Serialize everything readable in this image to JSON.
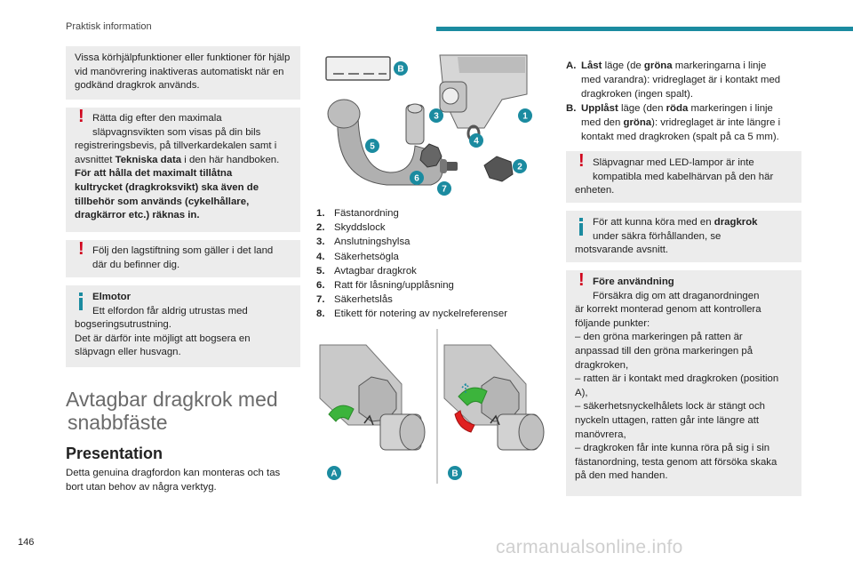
{
  "header": {
    "title": "Praktisk information"
  },
  "page_number": "146",
  "watermark": "carmanualsonline.info",
  "left": {
    "box1": {
      "text": "Vissa körhjälpfunktioner eller funktioner för hjälp vid manövrering inaktiveras automatiskt när en godkänd dragkrok används."
    },
    "box2": {
      "l1": "Rätta dig efter den maximala",
      "l2": "släpvagnsvikten som visas på din bils",
      "l3": "registreringsbevis, på tillverkardekalen samt i",
      "l4a": "avsnittet ",
      "l4b": "Tekniska data",
      "l4c": " i den här handboken.",
      "l5": "För att hålla det maximalt tillåtna",
      "l6": "kultrycket (dragkroksvikt) ska även de",
      "l7": "tillbehör som används (cykelhållare,",
      "l8": "dragkärror etc.) räknas in."
    },
    "box3": {
      "l1": "Följ den lagstiftning som gäller i det land",
      "l2": "där du befinner dig."
    },
    "box4": {
      "title": "Elmotor",
      "l1": "Ett elfordon får aldrig utrustas med",
      "l2": "bogseringsutrustning.",
      "l3": "Det är därför inte möjligt att bogsera en",
      "l4": "släpvagn eller husvagn."
    },
    "section_title_1": "Avtagbar dragkrok med",
    "section_title_2": "snabbfäste",
    "subtitle": "Presentation",
    "body_1": "Detta genuina dragfordon kan monteras och tas",
    "body_2": "bort utan behov av några verktyg."
  },
  "diagram": {
    "callouts": [
      "1",
      "2",
      "3",
      "4",
      "5",
      "6",
      "7",
      "B"
    ],
    "items": [
      {
        "num": "1.",
        "label": "Fästanordning"
      },
      {
        "num": "2.",
        "label": "Skyddslock"
      },
      {
        "num": "3.",
        "label": "Anslutningshylsa"
      },
      {
        "num": "4.",
        "label": "Säkerhetsögla"
      },
      {
        "num": "5.",
        "label": "Avtagbar dragkrok"
      },
      {
        "num": "6.",
        "label": "Ratt för låsning/upplåsning"
      },
      {
        "num": "7.",
        "label": "Säkerhetslås"
      },
      {
        "num": "8.",
        "label": "Etikett för notering av nyckelreferenser"
      }
    ],
    "lock_labels": [
      "A",
      "B"
    ]
  },
  "right": {
    "a": {
      "letter": "A.",
      "t1": "Låst",
      "t2": " läge (de ",
      "t3": "gröna",
      "t4": " markeringarna i linje",
      "l2": "med varandra): vridreglaget är i kontakt med",
      "l3": "dragkroken (ingen spalt)."
    },
    "b": {
      "letter": "B.",
      "t1": "Upplåst",
      "t2": " läge (den ",
      "t3": "röda",
      "t4": " markeringen i linje",
      "l2a": "med den ",
      "l2b": "gröna",
      "l2c": "): vridreglaget är inte längre i",
      "l3": "kontakt med dragkroken (spalt på ca 5 mm)."
    },
    "box5": {
      "l1": "Släpvagnar med LED-lampor är inte",
      "l2": "kompatibla med kabelhärvan på den här",
      "l3": "enheten."
    },
    "box6": {
      "l1a": "För att kunna köra med en ",
      "l1b": "dragkrok",
      "l2": "under säkra förhållanden, se",
      "l3": "motsvarande avsnitt."
    },
    "box7": {
      "title": "Före användning",
      "l1": "Försäkra dig om att draganordningen",
      "l2": "är korrekt monterad genom att kontrollera",
      "l3": "följande punkter:",
      "l4": "– den gröna markeringen på ratten är",
      "l5": "anpassad till den gröna markeringen på",
      "l6": "dragkroken,",
      "l7": "– ratten är i kontakt med dragkroken (position",
      "l8": "A),",
      "l9": "– säkerhetsnyckelhålets lock är stängt och",
      "l10": "nyckeln uttagen, ratten går inte längre att",
      "l11": "manövrera,",
      "l12": "– dragkroken får inte kunna röra på sig i sin",
      "l13": "fästanordning, testa genom att försöka skaka",
      "l14": "på den med handen."
    }
  },
  "colors": {
    "accent": "#1b8ba0",
    "warning": "#d0021b",
    "box_bg": "#ececec",
    "green": "#3cb43c",
    "red": "#e02020"
  }
}
